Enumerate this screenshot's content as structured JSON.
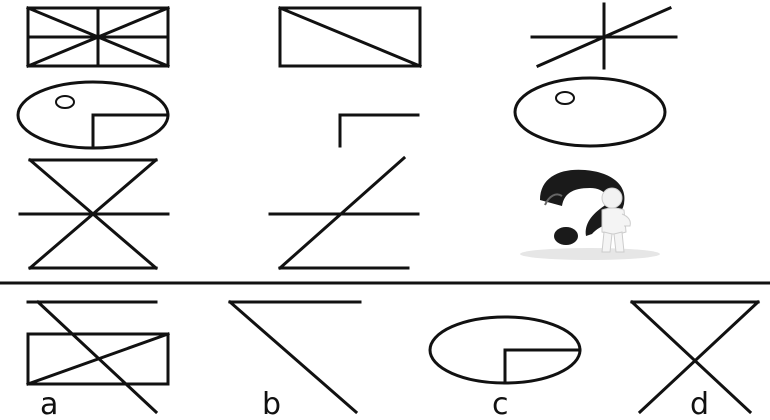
{
  "question_mark_figure": "question-mark-person-icon",
  "options": [
    {
      "label": "a"
    },
    {
      "label": "b"
    },
    {
      "label": "c"
    },
    {
      "label": "d"
    }
  ]
}
